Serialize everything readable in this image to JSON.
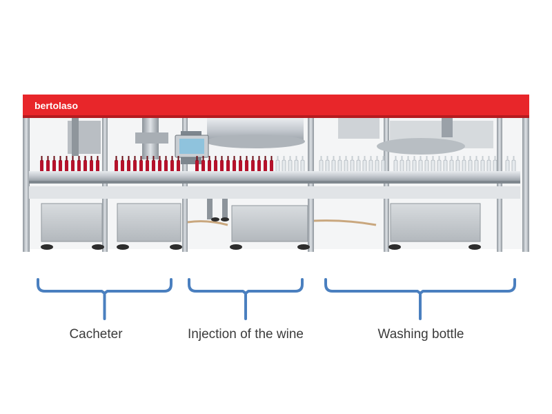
{
  "brand": {
    "name": "bertolaso",
    "color": "#e8262a"
  },
  "accent_color": "#4a7fbf",
  "sections": [
    {
      "label": "Cacheter"
    },
    {
      "label": "Injection of the wine"
    },
    {
      "label": "Washing bottle"
    }
  ]
}
